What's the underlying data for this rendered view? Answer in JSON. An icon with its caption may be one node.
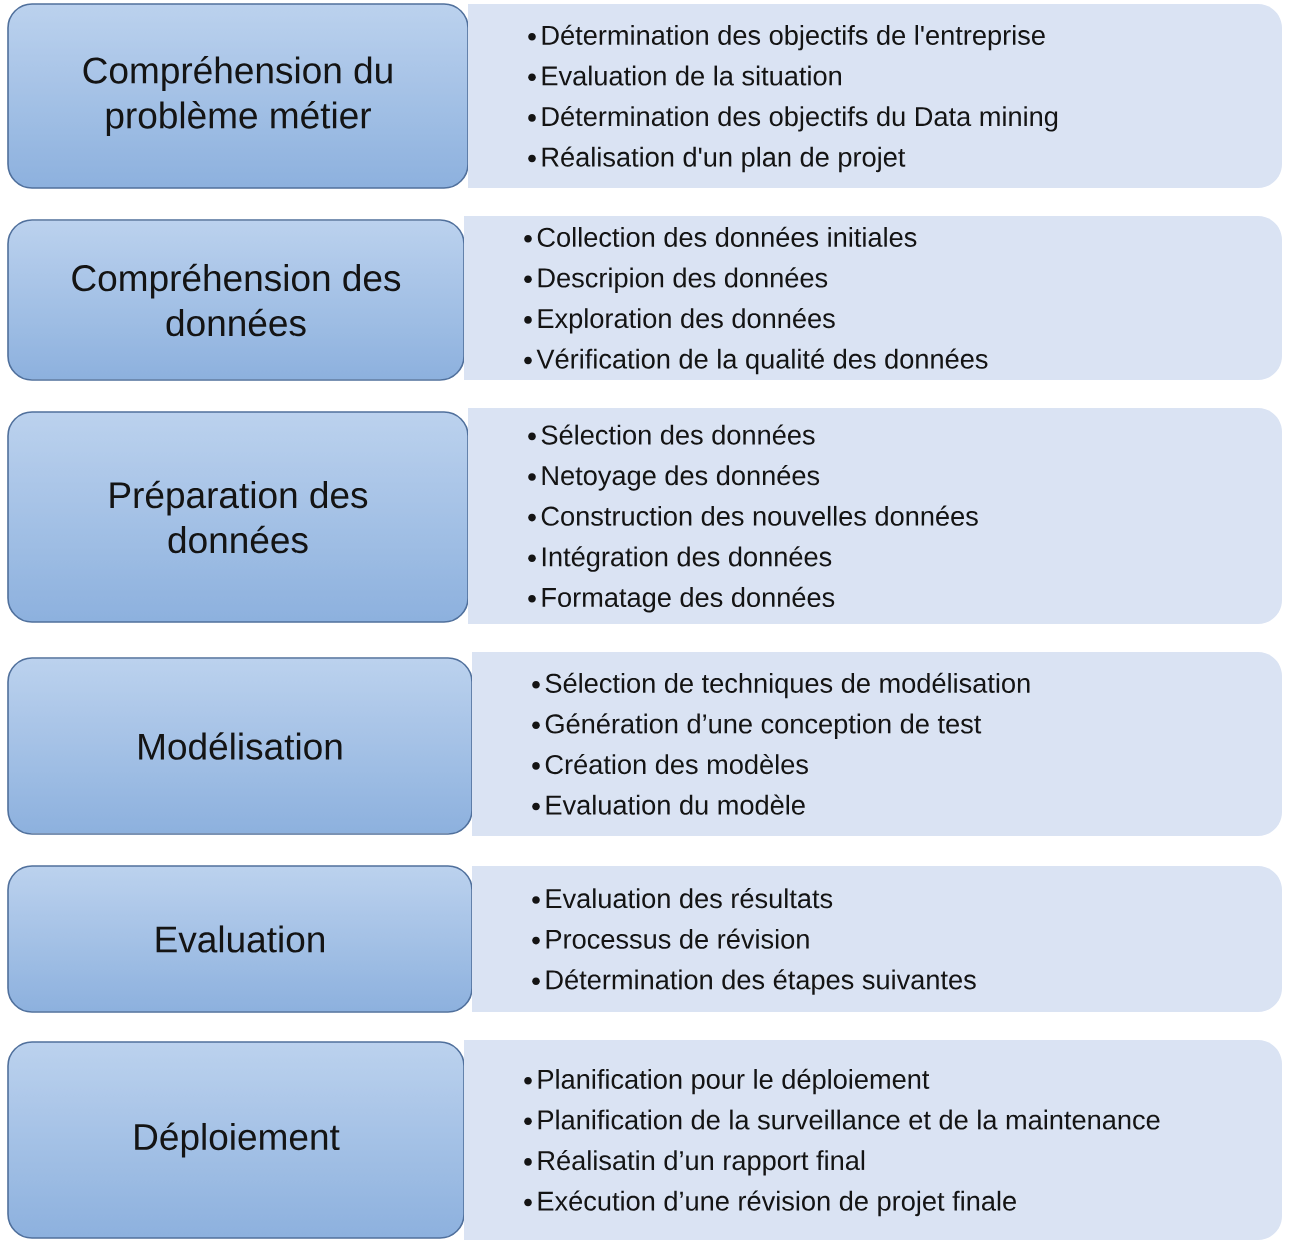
{
  "diagram": {
    "nodes": [
      {
        "text": [
          "Compréhension du problème métier"
        ]
      },
      {
        "text": [
          "Détermination des objectifs de l'entreprise",
          "Evaluation de la situation",
          "Détermination des objectifs du Data mining",
          "Réalisation d'un plan de projet"
        ]
      },
      {
        "text": [
          "Compréhension des données"
        ]
      },
      {
        "text": [
          "Collection des données initiales",
          "Descripion des données",
          "Exploration des données",
          "Vérification de la qualité des données"
        ]
      },
      {
        "text": [
          "Préparation des données"
        ]
      },
      {
        "text": [
          "Sélection des données",
          "Netoyage des données",
          "Construction des nouvelles données",
          "Intégration des données",
          "Formatage des données"
        ]
      },
      {
        "text": [
          "Modélisation"
        ]
      },
      {
        "text": [
          "Sélection de techniques de modélisation",
          "Génération d’une conception de test",
          "Création des modèles",
          "Evaluation du modèle"
        ]
      },
      {
        "text": [
          "Evaluation"
        ]
      },
      {
        "text": [
          "Evaluation des résultats",
          "Processus de révision",
          "Détermination des étapes suivantes"
        ]
      },
      {
        "text": [
          "Déploiement"
        ]
      },
      {
        "text": [
          "Planification pour le déploiement",
          "Planification de la surveillance et de la maintenance",
          "Réalisatin d’un rapport final",
          "Exécution d’une révision de projet finale"
        ]
      }
    ]
  }
}
